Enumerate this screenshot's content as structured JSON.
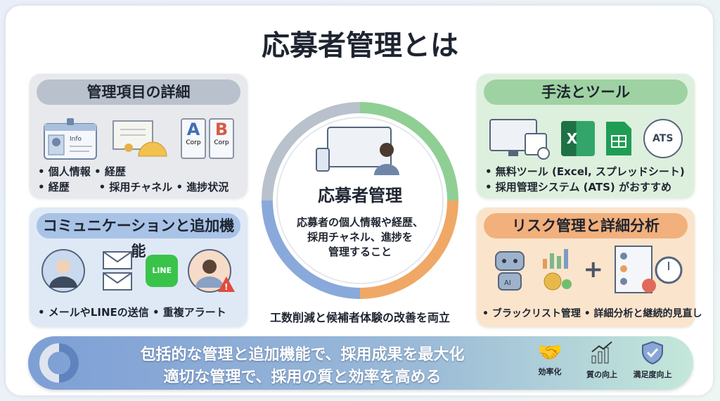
{
  "title": "応募者管理とは",
  "panels": {
    "items": {
      "heading": "管理項目の詳細",
      "bullets_line1": "• 個人情報  • 経歴",
      "bullets_line2": "• 経歴        • 採用チャネル • 進捗状況",
      "id_card_label": "Info",
      "corp_a": "A",
      "corp_b": "B",
      "corp_label": "Corp"
    },
    "communication": {
      "heading": "コミュニケーションと追加機能",
      "bullets": "• メールやLINEの送信 • 重複アラート",
      "line_label": "LINE"
    },
    "tools": {
      "heading": "手法とツール",
      "bullet1": "• 無料ツール (Excel, スプレッドシート)",
      "bullet2": "• 採用管理システム (ATS) がおすすめ",
      "excel_label": "X",
      "ats_label": "ATS"
    },
    "risk": {
      "heading": "リスク管理と詳細分析",
      "bullets": "• ブラックリスト管理 • 詳細分析と継続的見直し",
      "ai_label": "AI"
    }
  },
  "center": {
    "title": "応募者管理",
    "desc": [
      "応募者の個人情報や経歴、",
      "採用チャネル、進捗を",
      "管理すること"
    ],
    "subtitle": "工数削減と候補者体験の改善を両立"
  },
  "banner": {
    "line1": "包括的な管理と追加機能で、採用成果を最大化",
    "line2": "適切な管理で、採用の質と効率を高める",
    "badges": [
      "効率化",
      "質の向上",
      "満足度向上"
    ]
  },
  "colors": {
    "gray": "#b9c1cc",
    "blue": "#a8c3e6",
    "green": "#9fd2a2",
    "orange": "#f2b07c"
  }
}
